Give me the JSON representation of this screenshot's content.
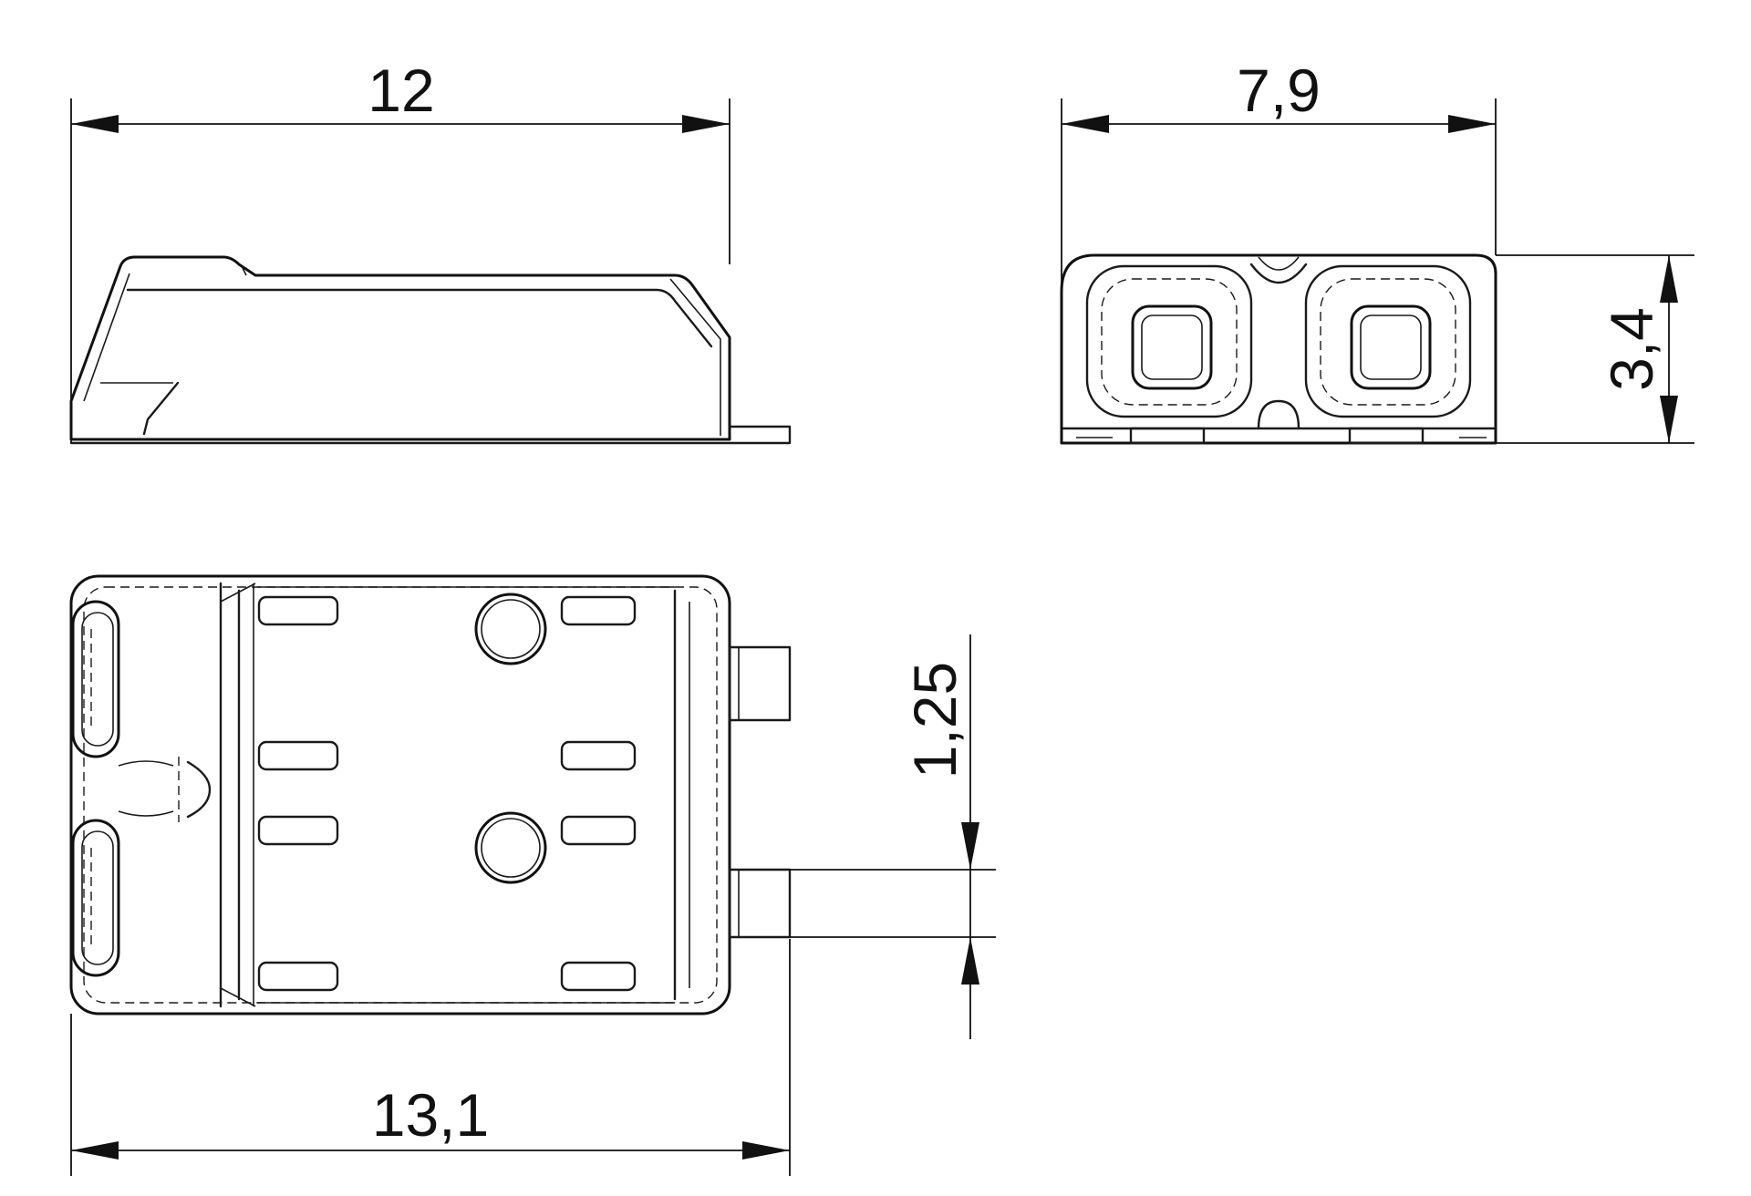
{
  "dimensions": {
    "top_length": "12",
    "top_width": "7,9",
    "height": "3,4",
    "pin_pitch": "1,25",
    "bottom_length": "13,1"
  },
  "colors": {
    "line": "#1a1a1a",
    "background": "#ffffff"
  }
}
